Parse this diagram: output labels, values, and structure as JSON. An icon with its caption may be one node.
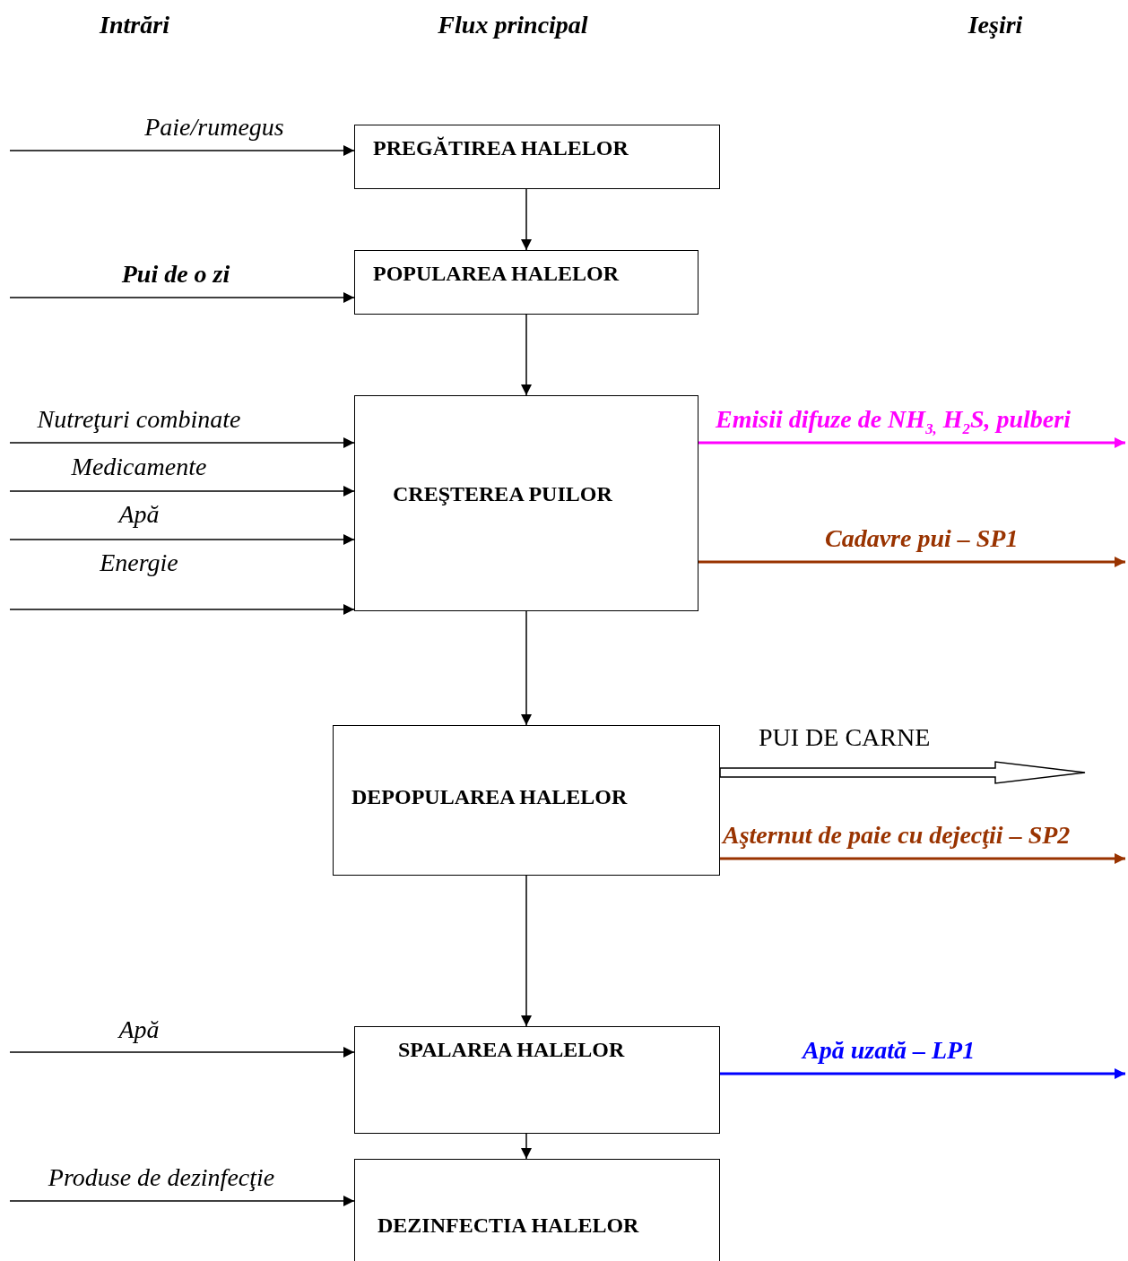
{
  "diagram": {
    "nodes": [
      {
        "text": [
          "PREGĂTIREA HALELOR"
        ]
      },
      {
        "text": [
          "POPULAREA HALELOR"
        ]
      },
      {
        "text": [
          "CREŞTEREA PUILOR"
        ]
      },
      {
        "text": [
          "DEPOPULAREA HALELOR"
        ]
      },
      {
        "text": [
          "SPALAREA HALELOR"
        ]
      },
      {
        "text": [
          "DEZINFECTIA HALELOR"
        ]
      }
    ],
    "edges": [
      {
        "from": 0,
        "to": 1,
        "arrow": "to"
      },
      {
        "from": 1,
        "to": 2,
        "arrow": "to"
      },
      {
        "from": 2,
        "to": 3,
        "arrow": "to"
      },
      {
        "from": 3,
        "to": 4,
        "arrow": "to"
      },
      {
        "from": 4,
        "to": 5,
        "arrow": "to"
      },
      {
        "from": null,
        "to": 0,
        "arrow": "to",
        "label": "Paie/rumegus"
      },
      {
        "from": null,
        "to": 1,
        "arrow": "to",
        "label": "**Pui de o zi**"
      },
      {
        "from": null,
        "to": 2,
        "arrow": "to",
        "label": "Nutreţuri combinate"
      },
      {
        "from": null,
        "to": 2,
        "arrow": "to",
        "label": "Medicamente"
      },
      {
        "from": null,
        "to": 2,
        "arrow": "to",
        "label": "Apă"
      },
      {
        "from": null,
        "to": 2,
        "arrow": "to",
        "label": "Energie"
      },
      {
        "from": 2,
        "to": null,
        "arrow": "to",
        "label": "Emisii difuze de NH$_{3,}$ H$_{2}$S, pulberi",
        "color": "#ff00ff"
      },
      {
        "from": 2,
        "to": null,
        "arrow": "to",
        "label": "Cadavre pui – SP1",
        "color": "#993300"
      },
      {
        "from": 3,
        "to": null,
        "arrow": "to",
        "label": "PUI DE CARNE",
        "style": "thick"
      },
      {
        "from": 3,
        "to": null,
        "arrow": "to",
        "label": "Aşternut de paie cu dejecţii – SP2",
        "color": "#993300"
      },
      {
        "from": null,
        "to": 4,
        "arrow": "to",
        "label": "Apă"
      },
      {
        "from": 4,
        "to": null,
        "arrow": "to",
        "label": "Apă uzată – LP1",
        "color": "#0000ff"
      },
      {
        "from": null,
        "to": 5,
        "arrow": "to",
        "label": "Produse de dezinfecţie"
      }
    ],
    "labels": [
      "Intrări",
      "Flux principal",
      "Ieşiri"
    ]
  }
}
